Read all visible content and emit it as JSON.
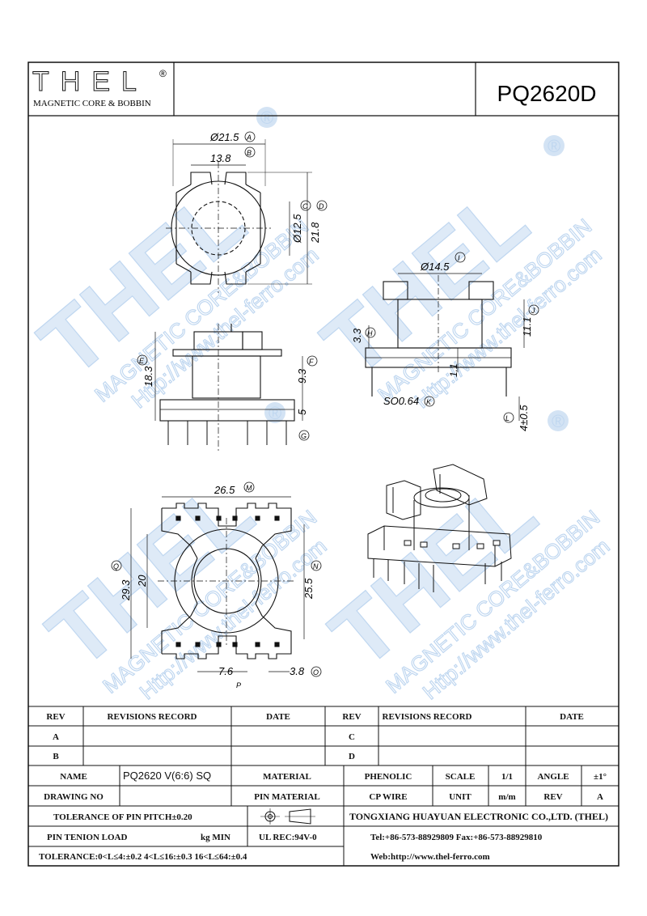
{
  "header": {
    "logo_text": "THEL",
    "logo_registered": "®",
    "logo_subtitle": "MAGNETIC CORE & BOBBIN",
    "part_number": "PQ2620D"
  },
  "watermark": {
    "line1": "THEL",
    "line2": "MAGNETIC CORE&BOBBIN",
    "line3": "Http://www.thel-ferro.com",
    "registered": "®"
  },
  "dimensions": {
    "A": {
      "value": "Ø21.5",
      "tag": "A"
    },
    "B": {
      "value": "13.8",
      "tag": "B"
    },
    "C": {
      "value": "Ø12.5",
      "tag": "C"
    },
    "D": {
      "value": "21.8",
      "tag": "D"
    },
    "E": {
      "value": "18.3",
      "tag": "E"
    },
    "F": {
      "value": "9.3",
      "tag": "F"
    },
    "G": {
      "value": "5",
      "tag": "G"
    },
    "H": {
      "value": "3.3",
      "tag": "H"
    },
    "I": {
      "value": "Ø14.5",
      "tag": "I"
    },
    "J": {
      "value": "11.1",
      "tag": "J"
    },
    "K": {
      "value": "SO0.64",
      "tag": "K"
    },
    "L": {
      "value": "4±0.5",
      "tag": "L"
    },
    "M": {
      "value": "26.5",
      "tag": "M"
    },
    "N": {
      "value": "25.5",
      "tag": "N"
    },
    "O": {
      "value": "3.8",
      "tag": "O"
    },
    "Q": {
      "value": "29.3",
      "tag": "Q"
    },
    "h20": {
      "value": "20"
    },
    "side_1_1": {
      "value": "1.1"
    },
    "P": {
      "value": "7.6",
      "mark": "P"
    }
  },
  "title_block": {
    "rev_header": "REV",
    "revisions_record": "REVISIONS RECORD",
    "date": "DATE",
    "rev_a": "A",
    "rev_b": "B",
    "rev_c": "C",
    "rev_d": "D",
    "name_label": "NAME",
    "name_value": "PQ2620 V(6:6) SQ",
    "material_label": "MATERIAL",
    "material_value": "PHENOLIC",
    "scale_label": "SCALE",
    "scale_value": "1/1",
    "angle_label": "ANGLE",
    "angle_value": "±1°",
    "drawing_no_label": "DRAWING NO",
    "pin_material_label": "PIN MATERIAL",
    "pin_material_value": "CP WIRE",
    "unit_label": "UNIT",
    "unit_value": "m/m",
    "rev_label": "REV",
    "rev_value": "A",
    "tolerance_pitch": "TOLERANCE OF PIN PITCH±0.20",
    "company": "TONGXIANG HUAYUAN ELECTRONIC CO.,LTD.  (THEL)",
    "pin_tension": "PIN TENION LOAD",
    "kg_min": "kg MIN",
    "ul_rec": "UL REC:94V-0",
    "tel_fax": "Tel:+86-573-88929809 Fax:+86-573-88929810",
    "tolerance": "TOLERANCE:0<L≤4:±0.2  4<L≤16:±0.3  16<L≤64:±0.4",
    "web": "Web:http://www.thel-ferro.com"
  }
}
